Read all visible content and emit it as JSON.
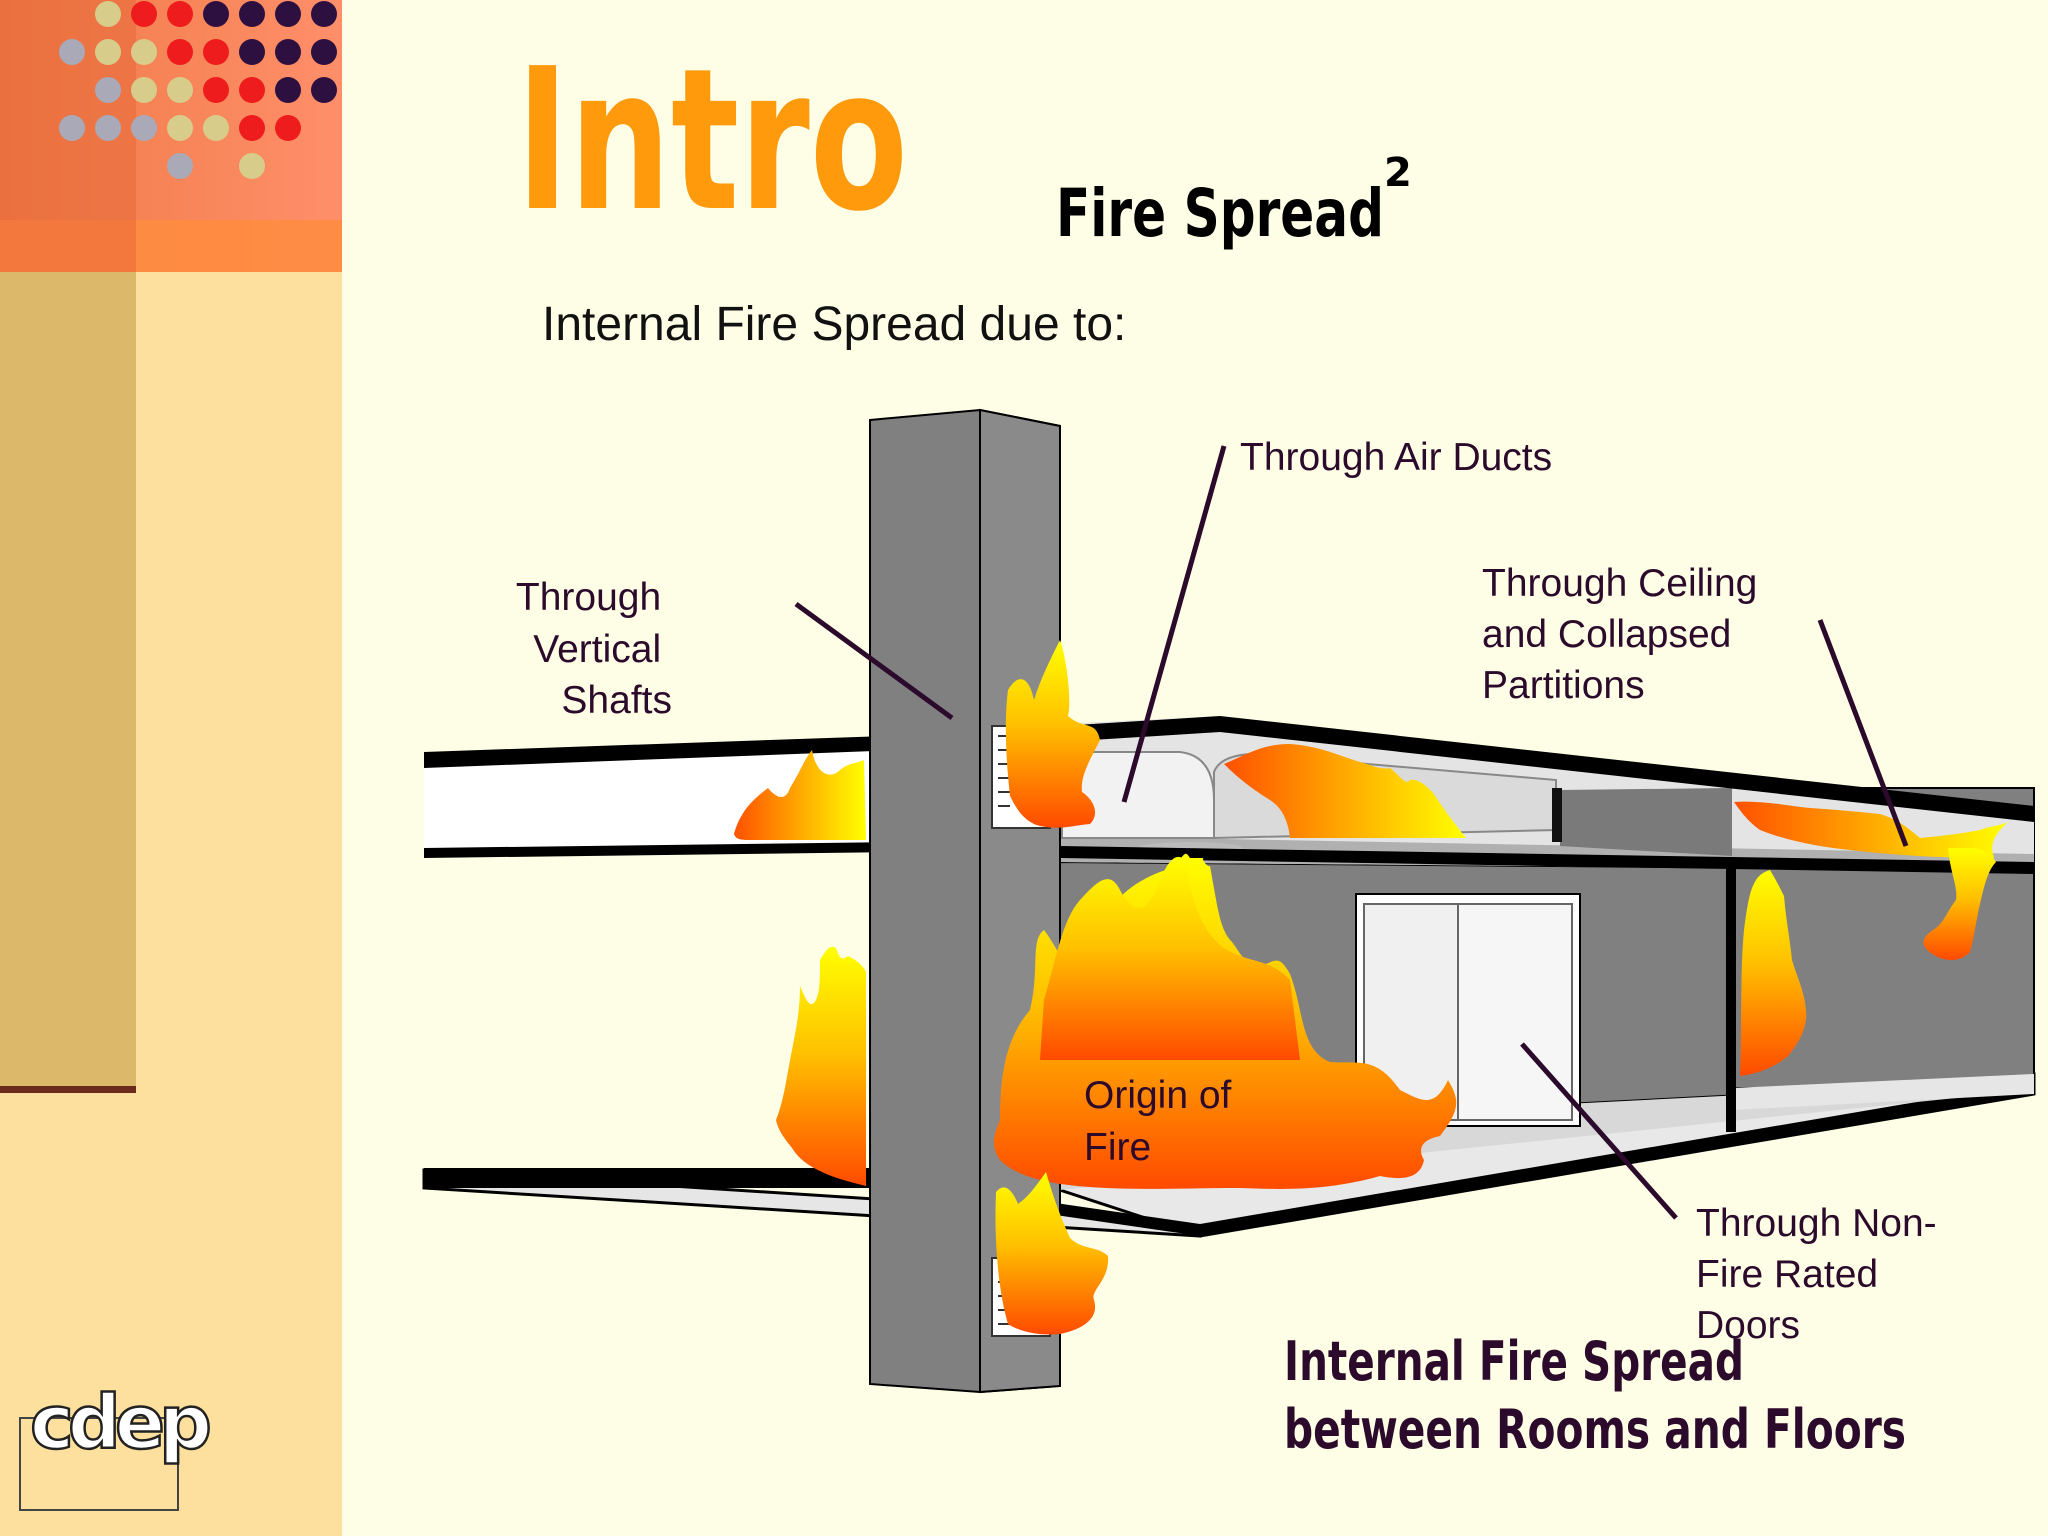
{
  "slide": {
    "title": "Intro",
    "subtitle": "Fire Spread",
    "subtitle_superscript": "2",
    "heading": "Internal Fire Spread due to:",
    "caption_line1": "Internal Fire Spread",
    "caption_line2": "between Rooms and Floors",
    "logo_text": "cdep"
  },
  "diagram": {
    "labels": {
      "air_ducts": "Through Air Ducts",
      "vertical_shafts": [
        "Through",
        "Vertical",
        "Shafts"
      ],
      "ceiling": [
        "Through Ceiling",
        "and Collapsed",
        "Partitions"
      ],
      "origin": [
        "Origin of",
        "Fire"
      ],
      "doors": [
        "Through Non-",
        "Fire Rated",
        "Doors"
      ]
    }
  },
  "colors": {
    "background": "#fefee6",
    "title": "#fe9a0b",
    "subtitle": "#000000",
    "caption": "#2b0a2b",
    "label": "#2b0a2b",
    "wall": "#808080",
    "panel_orange": "#ff7f50",
    "panel_beige": "#fee09e"
  }
}
